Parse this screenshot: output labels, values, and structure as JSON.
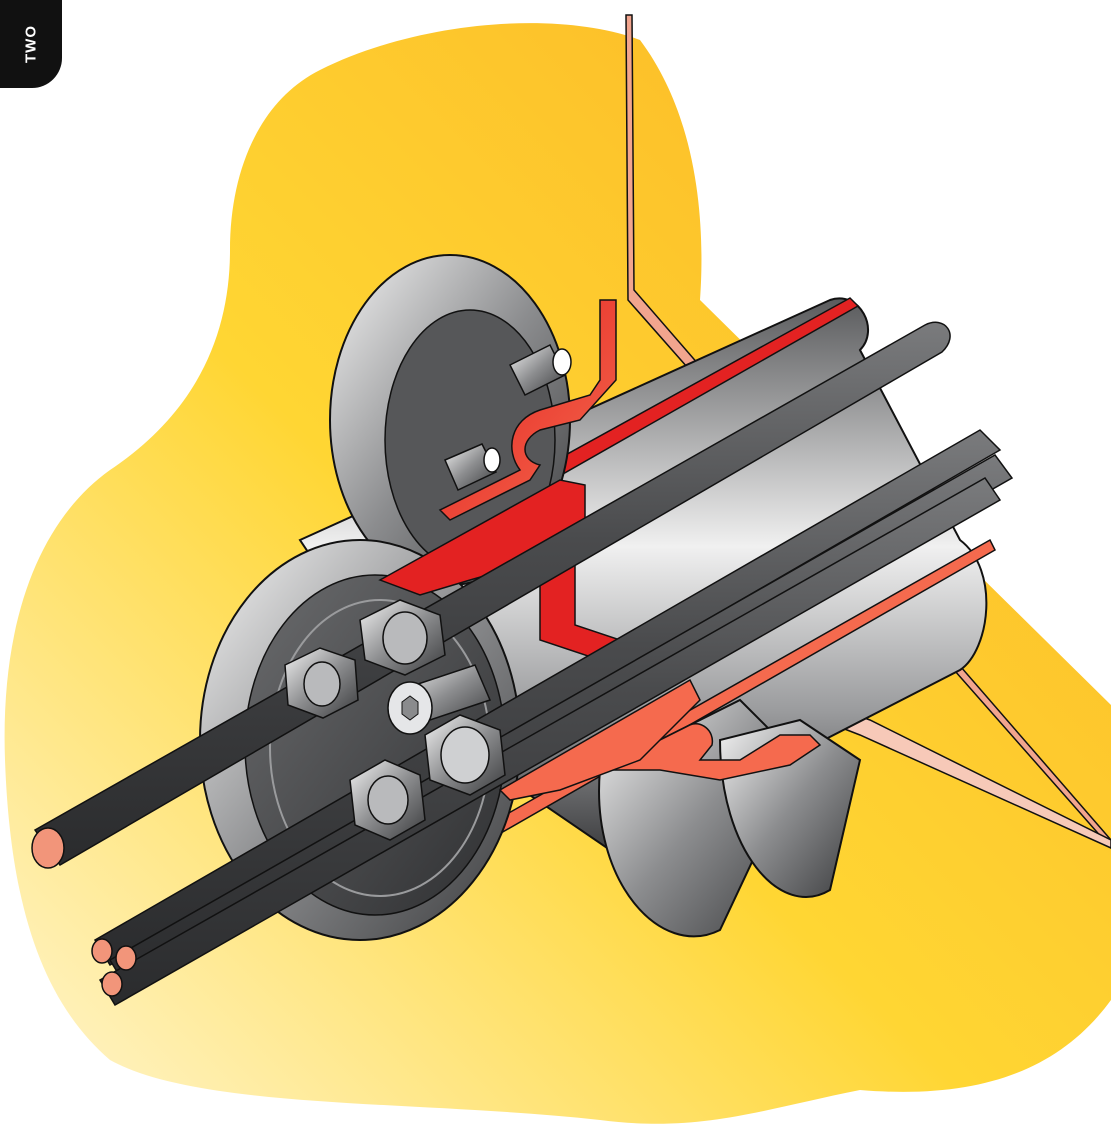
{
  "section_tab": {
    "label": "TWO"
  },
  "palette": {
    "background": "#ffffff",
    "blob_light": "#fff3c4",
    "blob_mid": "#ffd64a",
    "blob_dark": "#fbb924",
    "cut_face_red": "#e32222",
    "cut_face_salmon": "#f56a4e",
    "cable_tip": "#f2957a",
    "metal_dark": "#3e3f41",
    "metal_mid": "#8a8b8d",
    "metal_light": "#e9e9e9",
    "outline": "#111111"
  },
  "illustration": {
    "type": "cutaway cable penetration seal",
    "icons": [
      "wall-plate",
      "sleeve",
      "clamp-ring",
      "seal-plate",
      "cable",
      "cable-bundle",
      "gland-nut",
      "hex-bolt",
      "set-screw"
    ]
  }
}
